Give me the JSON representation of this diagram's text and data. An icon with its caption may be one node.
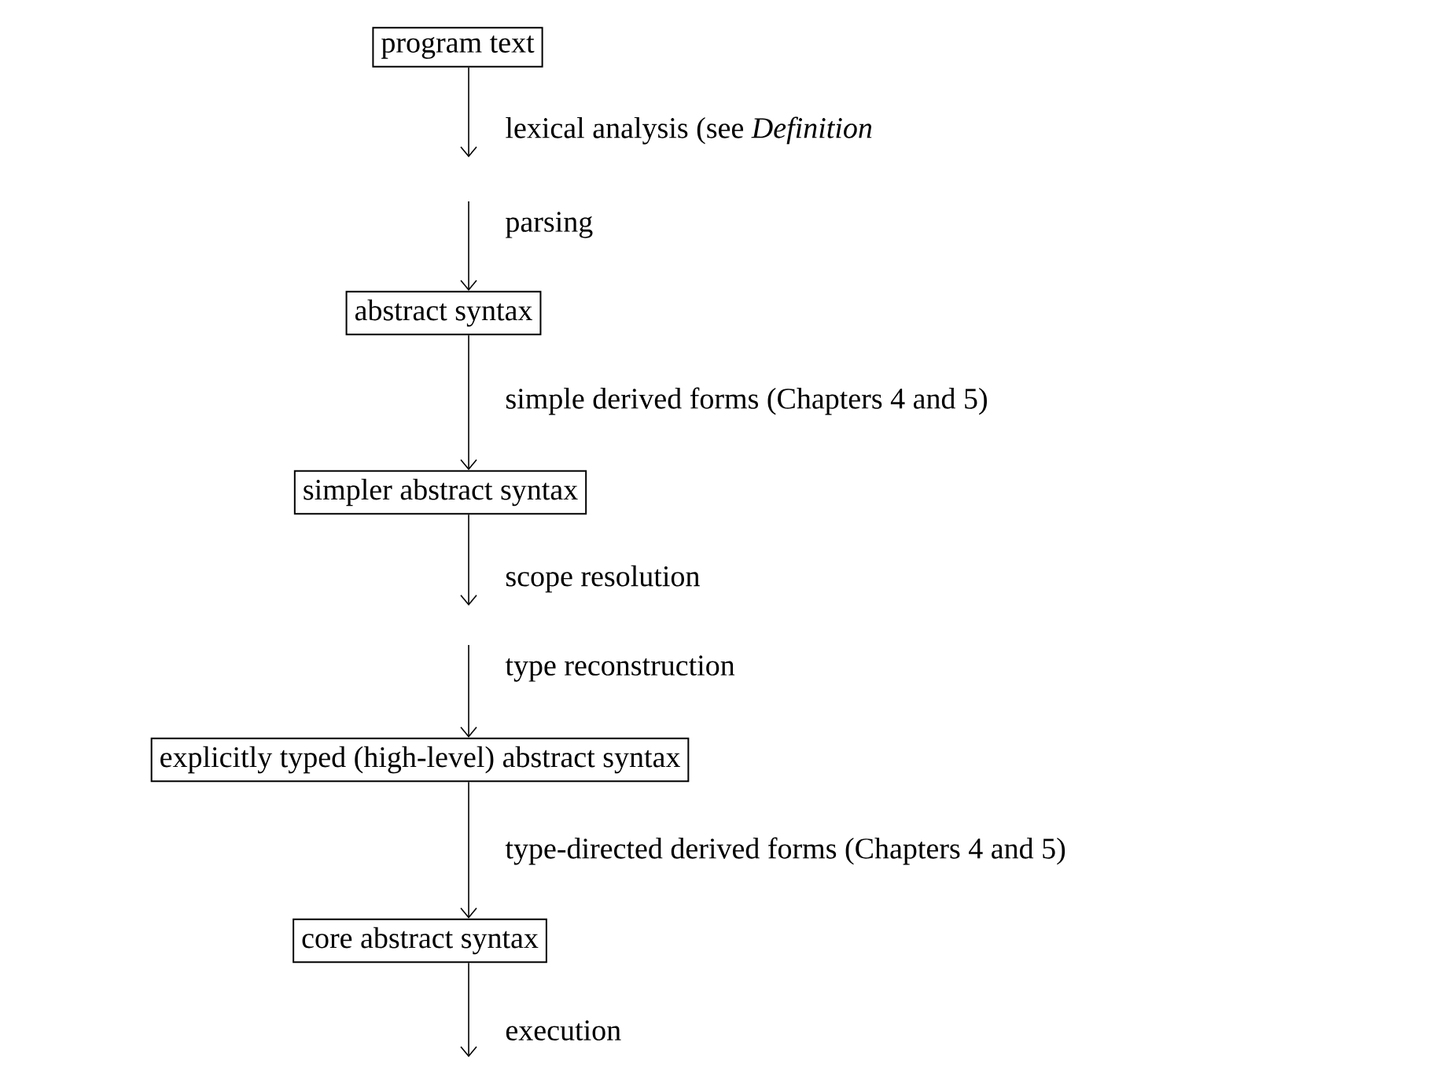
{
  "diagram": {
    "nodes": [
      {
        "text": [
          "program text"
        ]
      },
      {
        "text": [
          "abstract syntax"
        ]
      },
      {
        "text": [
          "simpler abstract syntax"
        ]
      },
      {
        "text": [
          "explicitly typed (high-level) abstract syntax"
        ]
      },
      {
        "text": [
          "core abstract syntax"
        ]
      }
    ],
    "edges": [
      {
        "from": 0,
        "to": null,
        "arrow": "to",
        "label": "lexical analysis (see *Definition*"
      },
      {
        "from": null,
        "to": 1,
        "arrow": "to",
        "label": "parsing"
      },
      {
        "from": 1,
        "to": 2,
        "arrow": "to",
        "label": "simple derived forms (Chapters 4 and 5)"
      },
      {
        "from": 2,
        "to": null,
        "arrow": "to",
        "label": "scope resolution"
      },
      {
        "from": null,
        "to": 3,
        "arrow": "to",
        "label": "type reconstruction"
      },
      {
        "from": 3,
        "to": 4,
        "arrow": "to",
        "label": "type-directed derived forms (Chapters 4 and 5)"
      },
      {
        "from": 4,
        "to": null,
        "arrow": "to",
        "label": "execution"
      }
    ]
  }
}
